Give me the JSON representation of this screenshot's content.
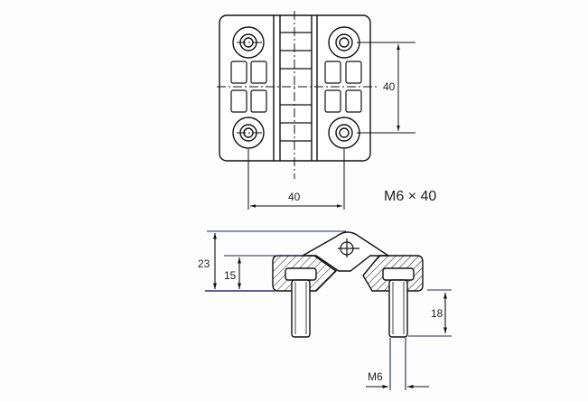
{
  "top_view": {
    "dim_vertical": "40",
    "dim_horizontal": "40",
    "spec": "M6 × 40"
  },
  "side_view": {
    "dim_total_height": "23",
    "dim_block_height": "15",
    "dim_bolt_length": "18",
    "dim_thread": "M6"
  },
  "colors": {
    "line": "#111111",
    "dim_line": "#1a2a5a",
    "base_line": "#2a2a7a"
  }
}
